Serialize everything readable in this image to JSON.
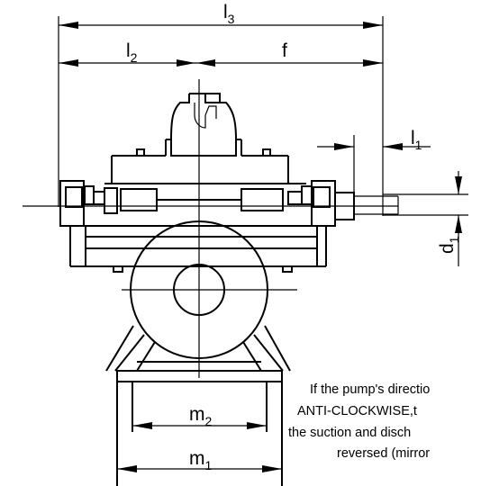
{
  "dimensions": {
    "l3": {
      "base": "l",
      "sub": "3"
    },
    "l2": {
      "base": "l",
      "sub": "2"
    },
    "f": {
      "base": "f"
    },
    "l1": {
      "base": "l",
      "sub": "1"
    },
    "d1": {
      "base": "d",
      "sub": "1"
    },
    "m2": {
      "base": "m",
      "sub": "2"
    },
    "m1": {
      "base": "m",
      "sub": "1"
    }
  },
  "note": {
    "line1": "If the pump's directio",
    "line2": "ANTI-CLOCKWISE,t",
    "line3": "the suction and disch",
    "line4": "reversed (mirror"
  }
}
